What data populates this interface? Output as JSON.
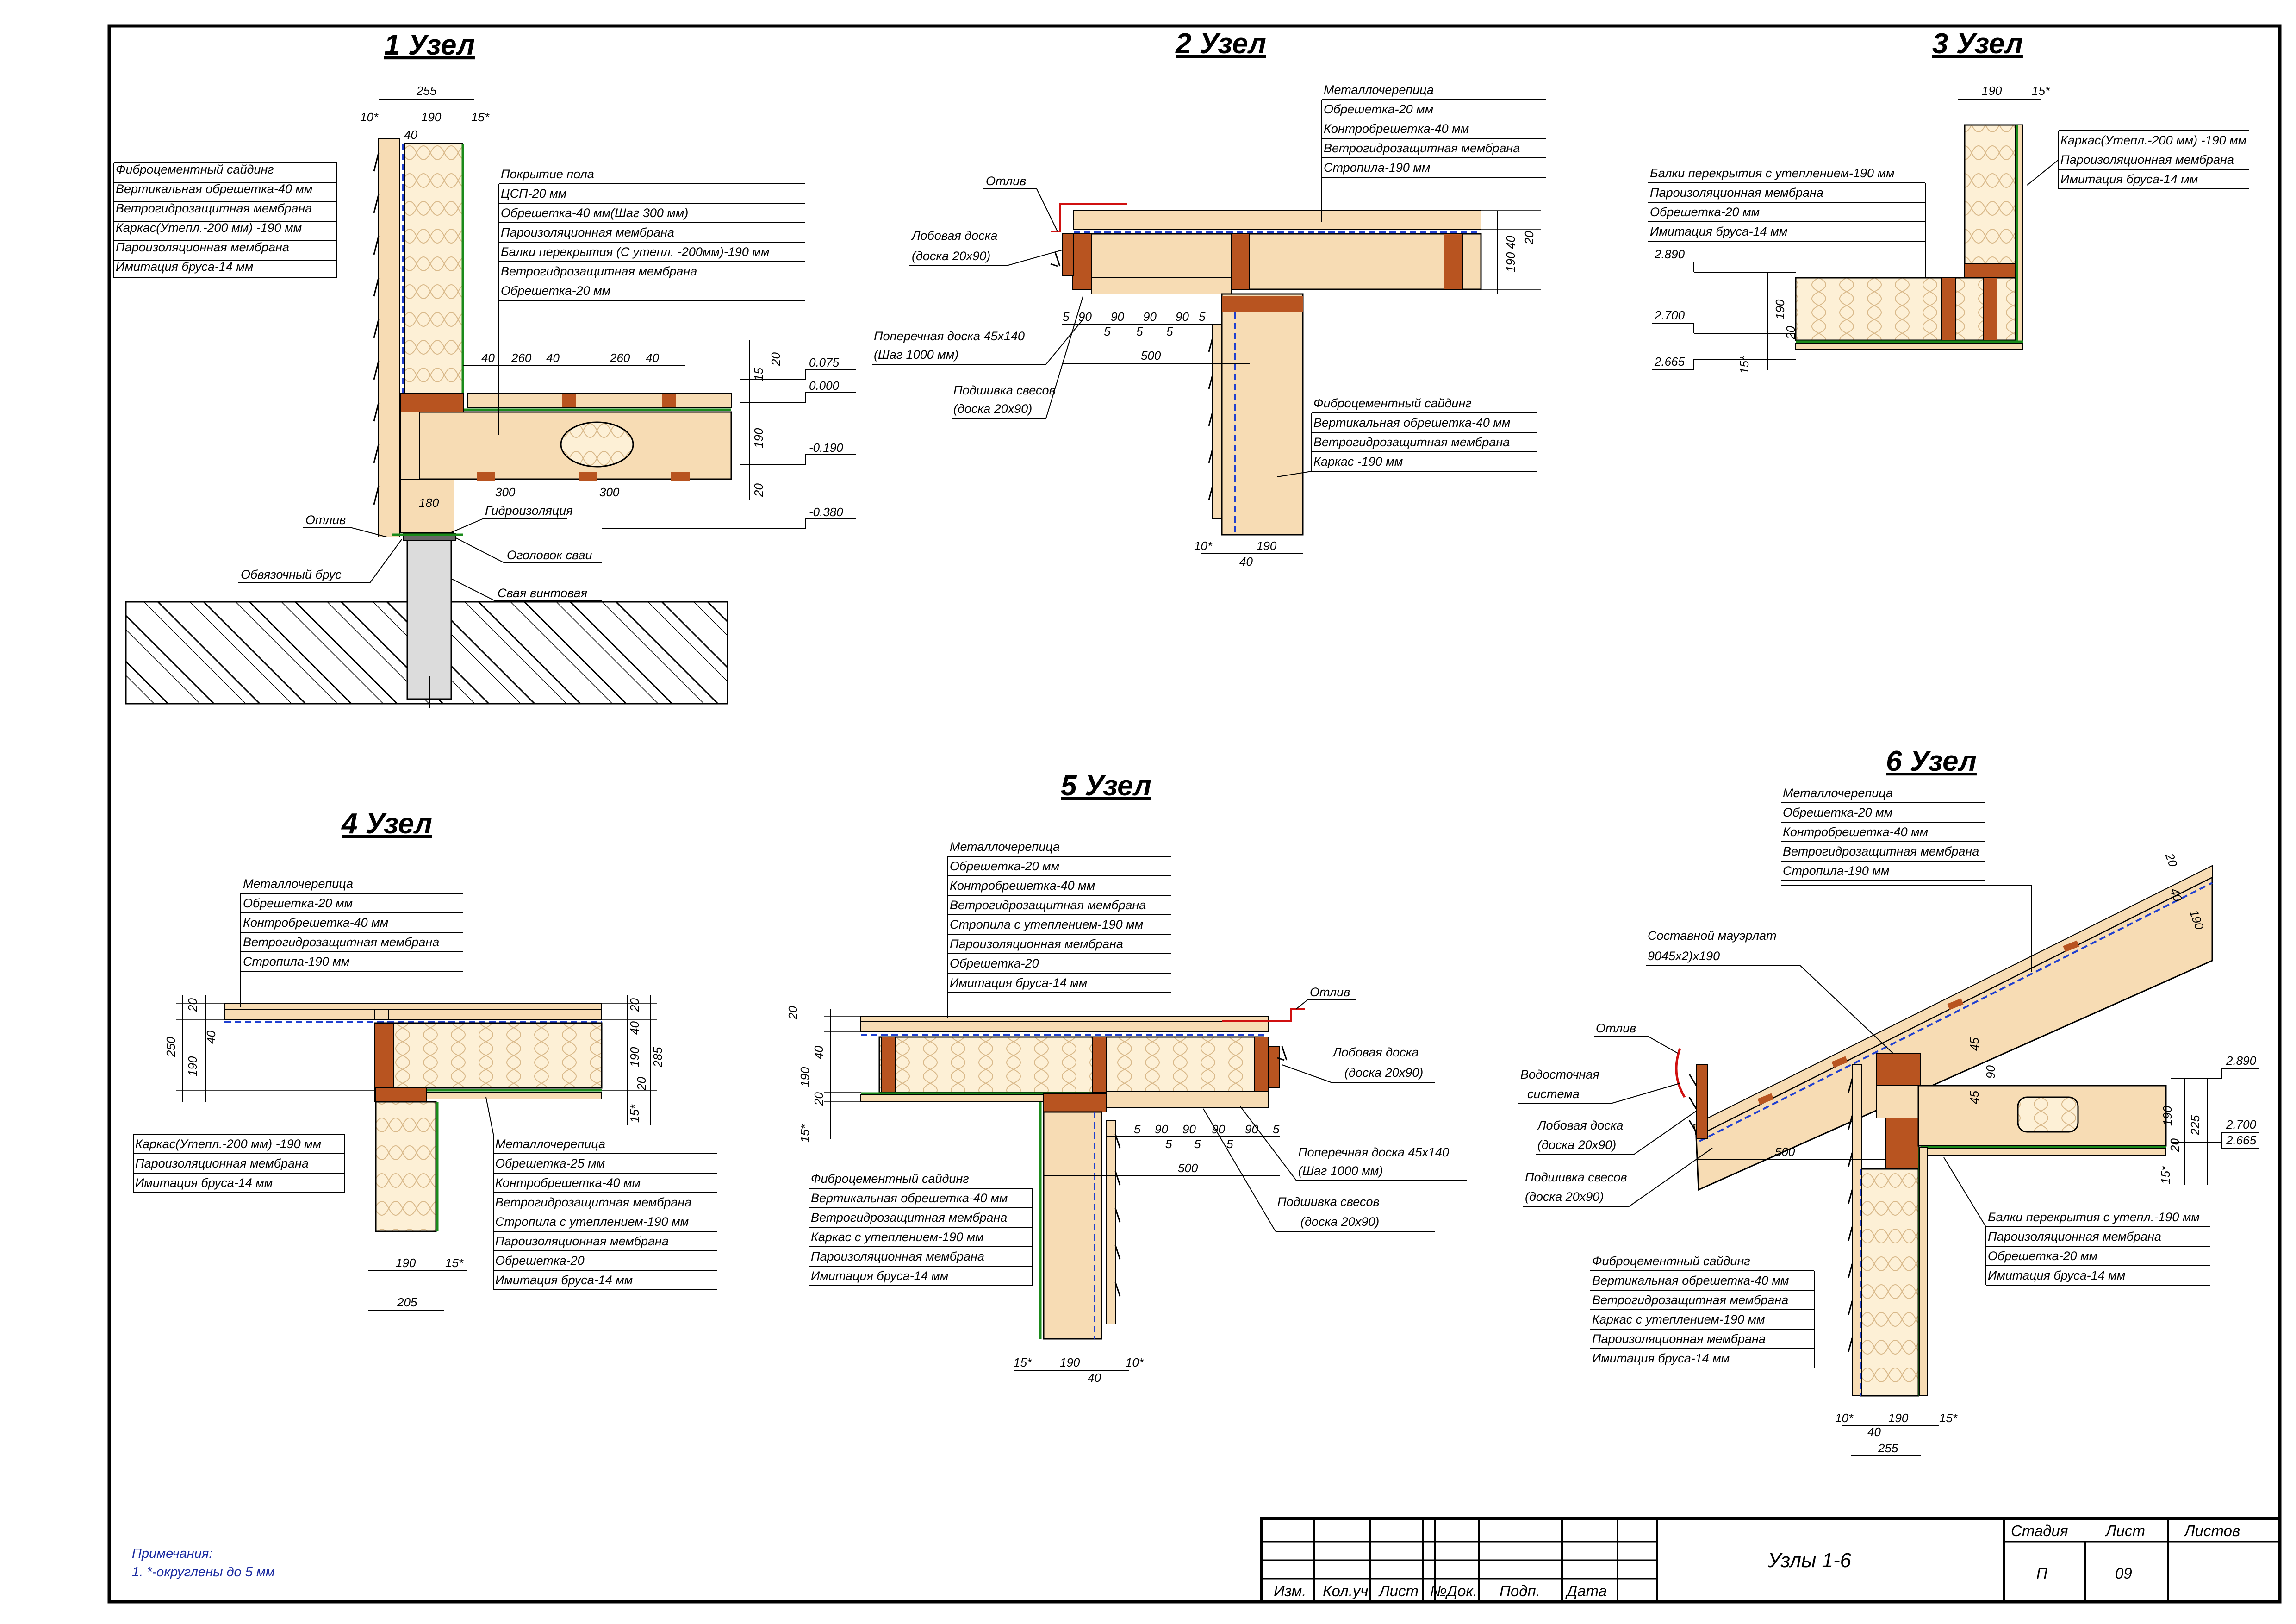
{
  "colors": {
    "line": "#000000",
    "wood": "#f7dcb4",
    "beam": "#b85420",
    "membrane_green": "#1a8a1a",
    "membrane_blue": "#1f3fd0",
    "flashing_red": "#d01010",
    "note_blue": "#1a2aa0",
    "ground_hatch": "#000000"
  },
  "nodes": {
    "n1": {
      "title": "1 Узел",
      "wall_layers": [
        "Фиброцементный сайдинг",
        "Вертикальная обрешетка-40 мм",
        "Ветрогидрозащитная мембрана",
        "Каркас(Утепл.-200 мм) -190 мм",
        "Пароизоляционная мембрана",
        "Имитация бруса-14 мм"
      ],
      "floor_layers": [
        "Покрытие пола",
        "ЦСП-20 мм",
        "Обрешетка-40 мм(Шаг 300 мм)",
        "Пароизоляционная мембрана",
        "Балки перекрытия (С утепл. -200мм)-190 мм",
        "Ветрогидрозащитная мембрана",
        "Обрешетка-20 мм"
      ],
      "callouts": [
        "Отлив",
        "Гидроизоляция",
        "Обвязочный брус",
        "Оголовок сваи",
        "Свая винтовая"
      ],
      "dims_top": [
        "255",
        "10*",
        "190",
        "15*",
        "40"
      ],
      "dims_floor": [
        "40",
        "260",
        "40",
        "260",
        "40"
      ],
      "dims_bottom": [
        "300",
        "300",
        "180"
      ],
      "dims_right": [
        "15",
        "20",
        "190",
        "20"
      ],
      "levels": [
        "0.075",
        "0.000",
        "-0.190",
        "-0.380"
      ]
    },
    "n2": {
      "title": "2 Узел",
      "roof_layers": [
        "Металлочерепица",
        "Обрешетка-20 мм",
        "Контробрешетка-40 мм",
        "Ветрогидрозащитная мембрана",
        "Стропила-190 мм"
      ],
      "wall_layers": [
        "Фиброцементный сайдинг",
        "Вертикальная обрешетка-40 мм",
        "Ветрогидрозащитная мембрана",
        "Каркас -190 мм"
      ],
      "callouts": [
        "Отлив",
        "Лобовая доска",
        "(доска 20х90)",
        "Поперечная доска 45х140",
        "(Шаг 1000 мм)",
        "Подшивка свесов",
        "(доска 20х90)"
      ],
      "dims_eave": [
        "5",
        "90",
        "5",
        "90",
        "5",
        "90",
        "5",
        "90",
        "5"
      ],
      "dim_overhang": "500",
      "dims_right": [
        "40",
        "20",
        "190"
      ],
      "dims_bottom": [
        "10*",
        "190",
        "40"
      ]
    },
    "n3": {
      "title": "3 Узел",
      "wall_layers": [
        "Каркас(Утепл.-200 мм) -190 мм",
        "Пароизоляционная мембрана",
        "Имитация бруса-14 мм"
      ],
      "floor_layers": [
        "Балки перекрытия с утеплением-190 мм",
        "Пароизоляционная мембрана",
        "Обрешетка-20 мм",
        "Имитация бруса-14 мм"
      ],
      "dims_top": [
        "190",
        "15*"
      ],
      "levels": [
        "2.890",
        "2.700",
        "2.665"
      ],
      "dims_left": [
        "190",
        "20",
        "15*"
      ]
    },
    "n4": {
      "title": "4 Узел",
      "roof_layers": [
        "Металлочерепица",
        "Обрешетка-20 мм",
        "Контробрешетка-40 мм",
        "Ветрогидрозащитная мембрана",
        "Стропила-190 мм"
      ],
      "wall_layers": [
        "Каркас(Утепл.-200 мм) -190 мм",
        "Пароизоляционная мембрана",
        "Имитация бруса-14 мм"
      ],
      "ceiling_layers": [
        "Металлочерепица",
        "Обрешетка-25 мм",
        "Контробрешетка-40 мм",
        "Ветрогидрозащитная мембрана",
        "Стропила с утеплением-190 мм",
        "Пароизоляционная мембрана",
        "Обрешетка-20",
        "Имитация бруса-14 мм"
      ],
      "dims_left": [
        "250",
        "20",
        "40",
        "190"
      ],
      "dims_right": [
        "20",
        "40",
        "190",
        "285",
        "20",
        "15*"
      ],
      "dims_bottom": [
        "190",
        "15*",
        "205"
      ]
    },
    "n5": {
      "title": "5 Узел",
      "roof_layers": [
        "Металлочерепица",
        "Обрешетка-20 мм",
        "Контробрешетка-40 мм",
        "Ветрогидрозащитная мембрана",
        "Стропила с утеплением-190 мм",
        "Пароизоляционная мембрана",
        "Обрешетка-20",
        "Имитация бруса-14 мм"
      ],
      "wall_layers": [
        "Фиброцементный сайдинг",
        "Вертикальная обрешетка-40 мм",
        "Ветрогидрозащитная мембрана",
        "Каркас с утеплением-190 мм",
        "Пароизоляционная мембрана",
        "Имитация бруса-14 мм"
      ],
      "callouts": [
        "Отлив",
        "Лобовая доска",
        "(доска 20х90)",
        "Поперечная доска 45х140",
        "(Шаг 1000 мм)",
        "Подшивка свесов",
        "(доска 20х90)"
      ],
      "dims_left": [
        "20",
        "40",
        "190",
        "20",
        "15*"
      ],
      "dims_eave": [
        "5",
        "90",
        "5",
        "90",
        "5",
        "90",
        "5",
        "90",
        "5"
      ],
      "dim_overhang": "500",
      "dims_bottom": [
        "15*",
        "190",
        "40",
        "10*"
      ]
    },
    "n6": {
      "title": "6 Узел",
      "roof_layers": [
        "Металлочерепица",
        "Обрешетка-20 мм",
        "Контробрешетка-40 мм",
        "Ветрогидрозащитная мембрана",
        "Стропила-190 мм"
      ],
      "wall_layers": [
        "Фиброцементный сайдинг",
        "Вертикальная обрешетка-40 мм",
        "Ветрогидрозащитная мембрана",
        "Каркас с утеплением-190 мм",
        "Пароизоляционная мембрана",
        "Имитация бруса-14 мм"
      ],
      "floor_layers": [
        "Балки перекрытия с утепл.-190 мм",
        "Пароизоляционная мембрана",
        "Обрешетка-20 мм",
        "Имитация бруса-14 мм"
      ],
      "callouts": [
        "Составной мауэрлат",
        "9045х2)х190",
        "Отлив",
        "Водосточная",
        "система",
        "Лобовая доска",
        "(доска 20х90)",
        "Подшивка свесов",
        "(доска 20х90)"
      ],
      "dims_rafter": [
        "20",
        "40",
        "190"
      ],
      "dims_plate": [
        "45",
        "90",
        "45"
      ],
      "dim_overhang": "500",
      "levels": [
        "2.890",
        "2.700",
        "2.665"
      ],
      "dims_right": [
        "190",
        "20",
        "225",
        "15*"
      ],
      "dims_bottom": [
        "10*",
        "190",
        "15*",
        "40",
        "255"
      ]
    }
  },
  "notes": {
    "title": "Примечания:",
    "item1": "1. *-округлены до 5 мм"
  },
  "stamp": {
    "col_izm": "Изм.",
    "col_kol": "Кол.уч.",
    "col_list": "Лист",
    "col_doc": "№Док.",
    "col_podp": "Подп.",
    "col_data": "Дата",
    "name": "Узлы 1-6",
    "h_stadia": "Стадия",
    "h_list": "Лист",
    "h_listov": "Листов",
    "stadia": "П",
    "list": "09",
    "listov": ""
  }
}
